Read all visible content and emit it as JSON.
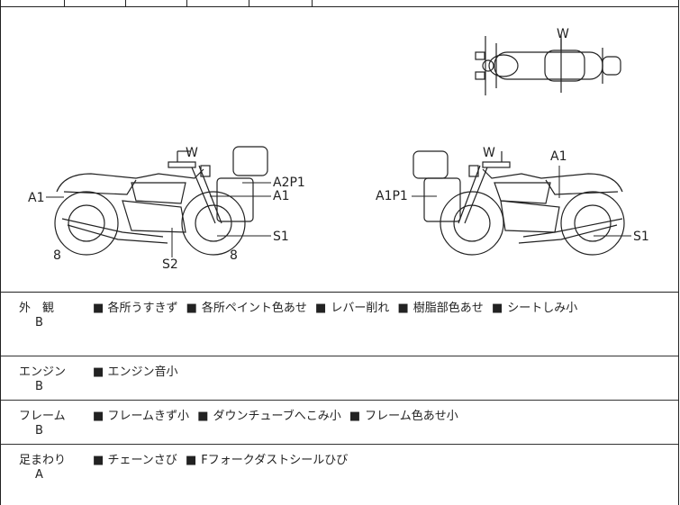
{
  "diagram": {
    "side_left": {
      "labels": {
        "w": "W",
        "a1_front": "A1",
        "a2p1": "A2P1",
        "a1": "A1",
        "s1": "S1",
        "n8_left": "8",
        "s2": "S2",
        "n8_right": "8"
      }
    },
    "side_right": {
      "labels": {
        "w": "W",
        "a1p1": "A1P1",
        "a1": "A1",
        "s1": "S1"
      }
    },
    "top_view": {
      "labels": {
        "w": "W"
      }
    }
  },
  "inspection": [
    {
      "category": "外　観",
      "grade": "B",
      "items": [
        "各所うすきず",
        "各所ペイント色あせ",
        "レバー削れ",
        "樹脂部色あせ",
        "シートしみ小"
      ]
    },
    {
      "category": "エンジン",
      "grade": "B",
      "items": [
        "エンジン音小"
      ]
    },
    {
      "category": "フレーム",
      "grade": "B",
      "items": [
        "フレームきず小",
        "ダウンチューブへこみ小",
        "フレーム色あせ小"
      ]
    },
    {
      "category": "足まわり",
      "grade": "A",
      "items": [
        "チェーンさび",
        "Fフォークダストシールひび"
      ]
    }
  ],
  "bullet": "■"
}
